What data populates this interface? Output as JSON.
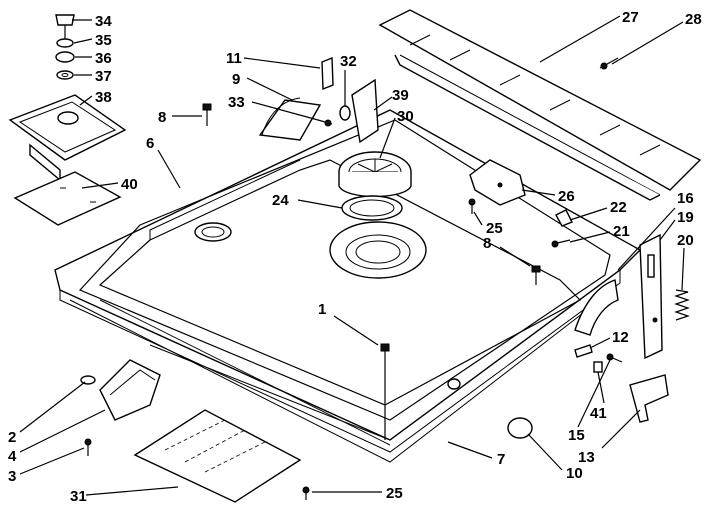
{
  "callouts": [
    {
      "id": "c34",
      "label": "34"
    },
    {
      "id": "c35",
      "label": "35"
    },
    {
      "id": "c36",
      "label": "36"
    },
    {
      "id": "c37",
      "label": "37"
    },
    {
      "id": "c38",
      "label": "38"
    },
    {
      "id": "c8a",
      "label": "8"
    },
    {
      "id": "c6",
      "label": "6"
    },
    {
      "id": "c40",
      "label": "40"
    },
    {
      "id": "c11",
      "label": "11"
    },
    {
      "id": "c9",
      "label": "9"
    },
    {
      "id": "c33",
      "label": "33"
    },
    {
      "id": "c32",
      "label": "32"
    },
    {
      "id": "c39",
      "label": "39"
    },
    {
      "id": "c30",
      "label": "30"
    },
    {
      "id": "c24",
      "label": "24"
    },
    {
      "id": "c27",
      "label": "27"
    },
    {
      "id": "c28",
      "label": "28"
    },
    {
      "id": "c26",
      "label": "26"
    },
    {
      "id": "c25a",
      "label": "25"
    },
    {
      "id": "c22",
      "label": "22"
    },
    {
      "id": "c21",
      "label": "21"
    },
    {
      "id": "c8b",
      "label": "8"
    },
    {
      "id": "c16",
      "label": "16"
    },
    {
      "id": "c19",
      "label": "19"
    },
    {
      "id": "c20",
      "label": "20"
    },
    {
      "id": "c1",
      "label": "1"
    },
    {
      "id": "c12",
      "label": "12"
    },
    {
      "id": "c41",
      "label": "41"
    },
    {
      "id": "c15",
      "label": "15"
    },
    {
      "id": "c13",
      "label": "13"
    },
    {
      "id": "c2",
      "label": "2"
    },
    {
      "id": "c4",
      "label": "4"
    },
    {
      "id": "c3",
      "label": "3"
    },
    {
      "id": "c31",
      "label": "31"
    },
    {
      "id": "c25b",
      "label": "25"
    },
    {
      "id": "c7",
      "label": "7"
    },
    {
      "id": "c10",
      "label": "10"
    }
  ]
}
